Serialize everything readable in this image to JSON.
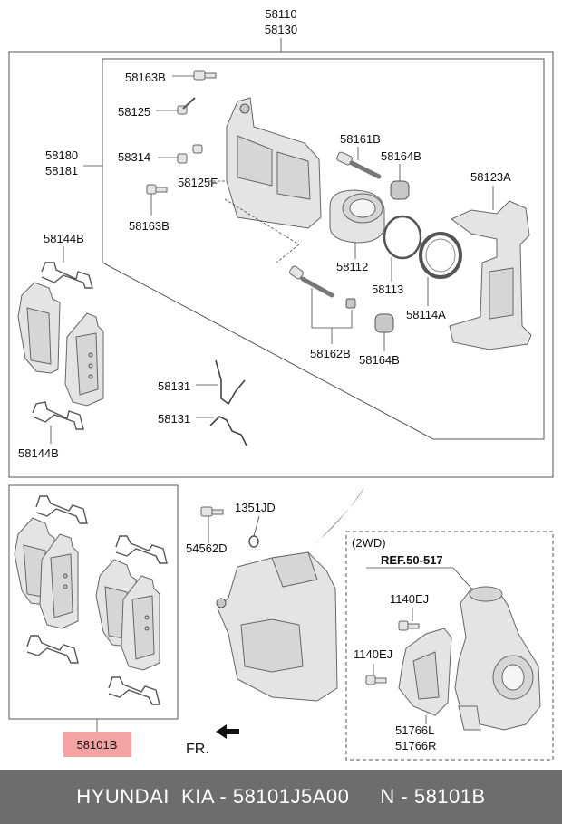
{
  "labels": {
    "main_top": "58110",
    "main_bottom": "58130",
    "l58163b_top": "58163B",
    "l58125": "58125",
    "l58314": "58314",
    "l58125f": "58125F",
    "l58163b_low": "58163B",
    "l58180": "58180",
    "l58181": "58181",
    "l58161b": "58161B",
    "l58164b_top": "58164B",
    "l58123a": "58123A",
    "l58112": "58112",
    "l58113": "58113",
    "l58114a": "58114A",
    "l58162b": "58162B",
    "l58164b_low": "58164B",
    "l58144b_top": "58144B",
    "l58144b_low": "58144B",
    "l58131_a": "58131",
    "l58131_b": "58131",
    "l1351jd": "1351JD",
    "l54562d": "54562D",
    "l2wd": "(2WD)",
    "ref": "REF.50-517",
    "l1140ej_a": "1140EJ",
    "l1140ej_b": "1140EJ",
    "l51766l": "51766L",
    "l51766r": "51766R",
    "l58101b": "58101B",
    "fr": "FR."
  },
  "footer": {
    "brand": "HYUNDAI  KIA - 58101J5A00",
    "part_number": "N - 58101B"
  },
  "colors": {
    "footer_bg": "#6d6d6d",
    "highlight": "#f4a3a3"
  }
}
